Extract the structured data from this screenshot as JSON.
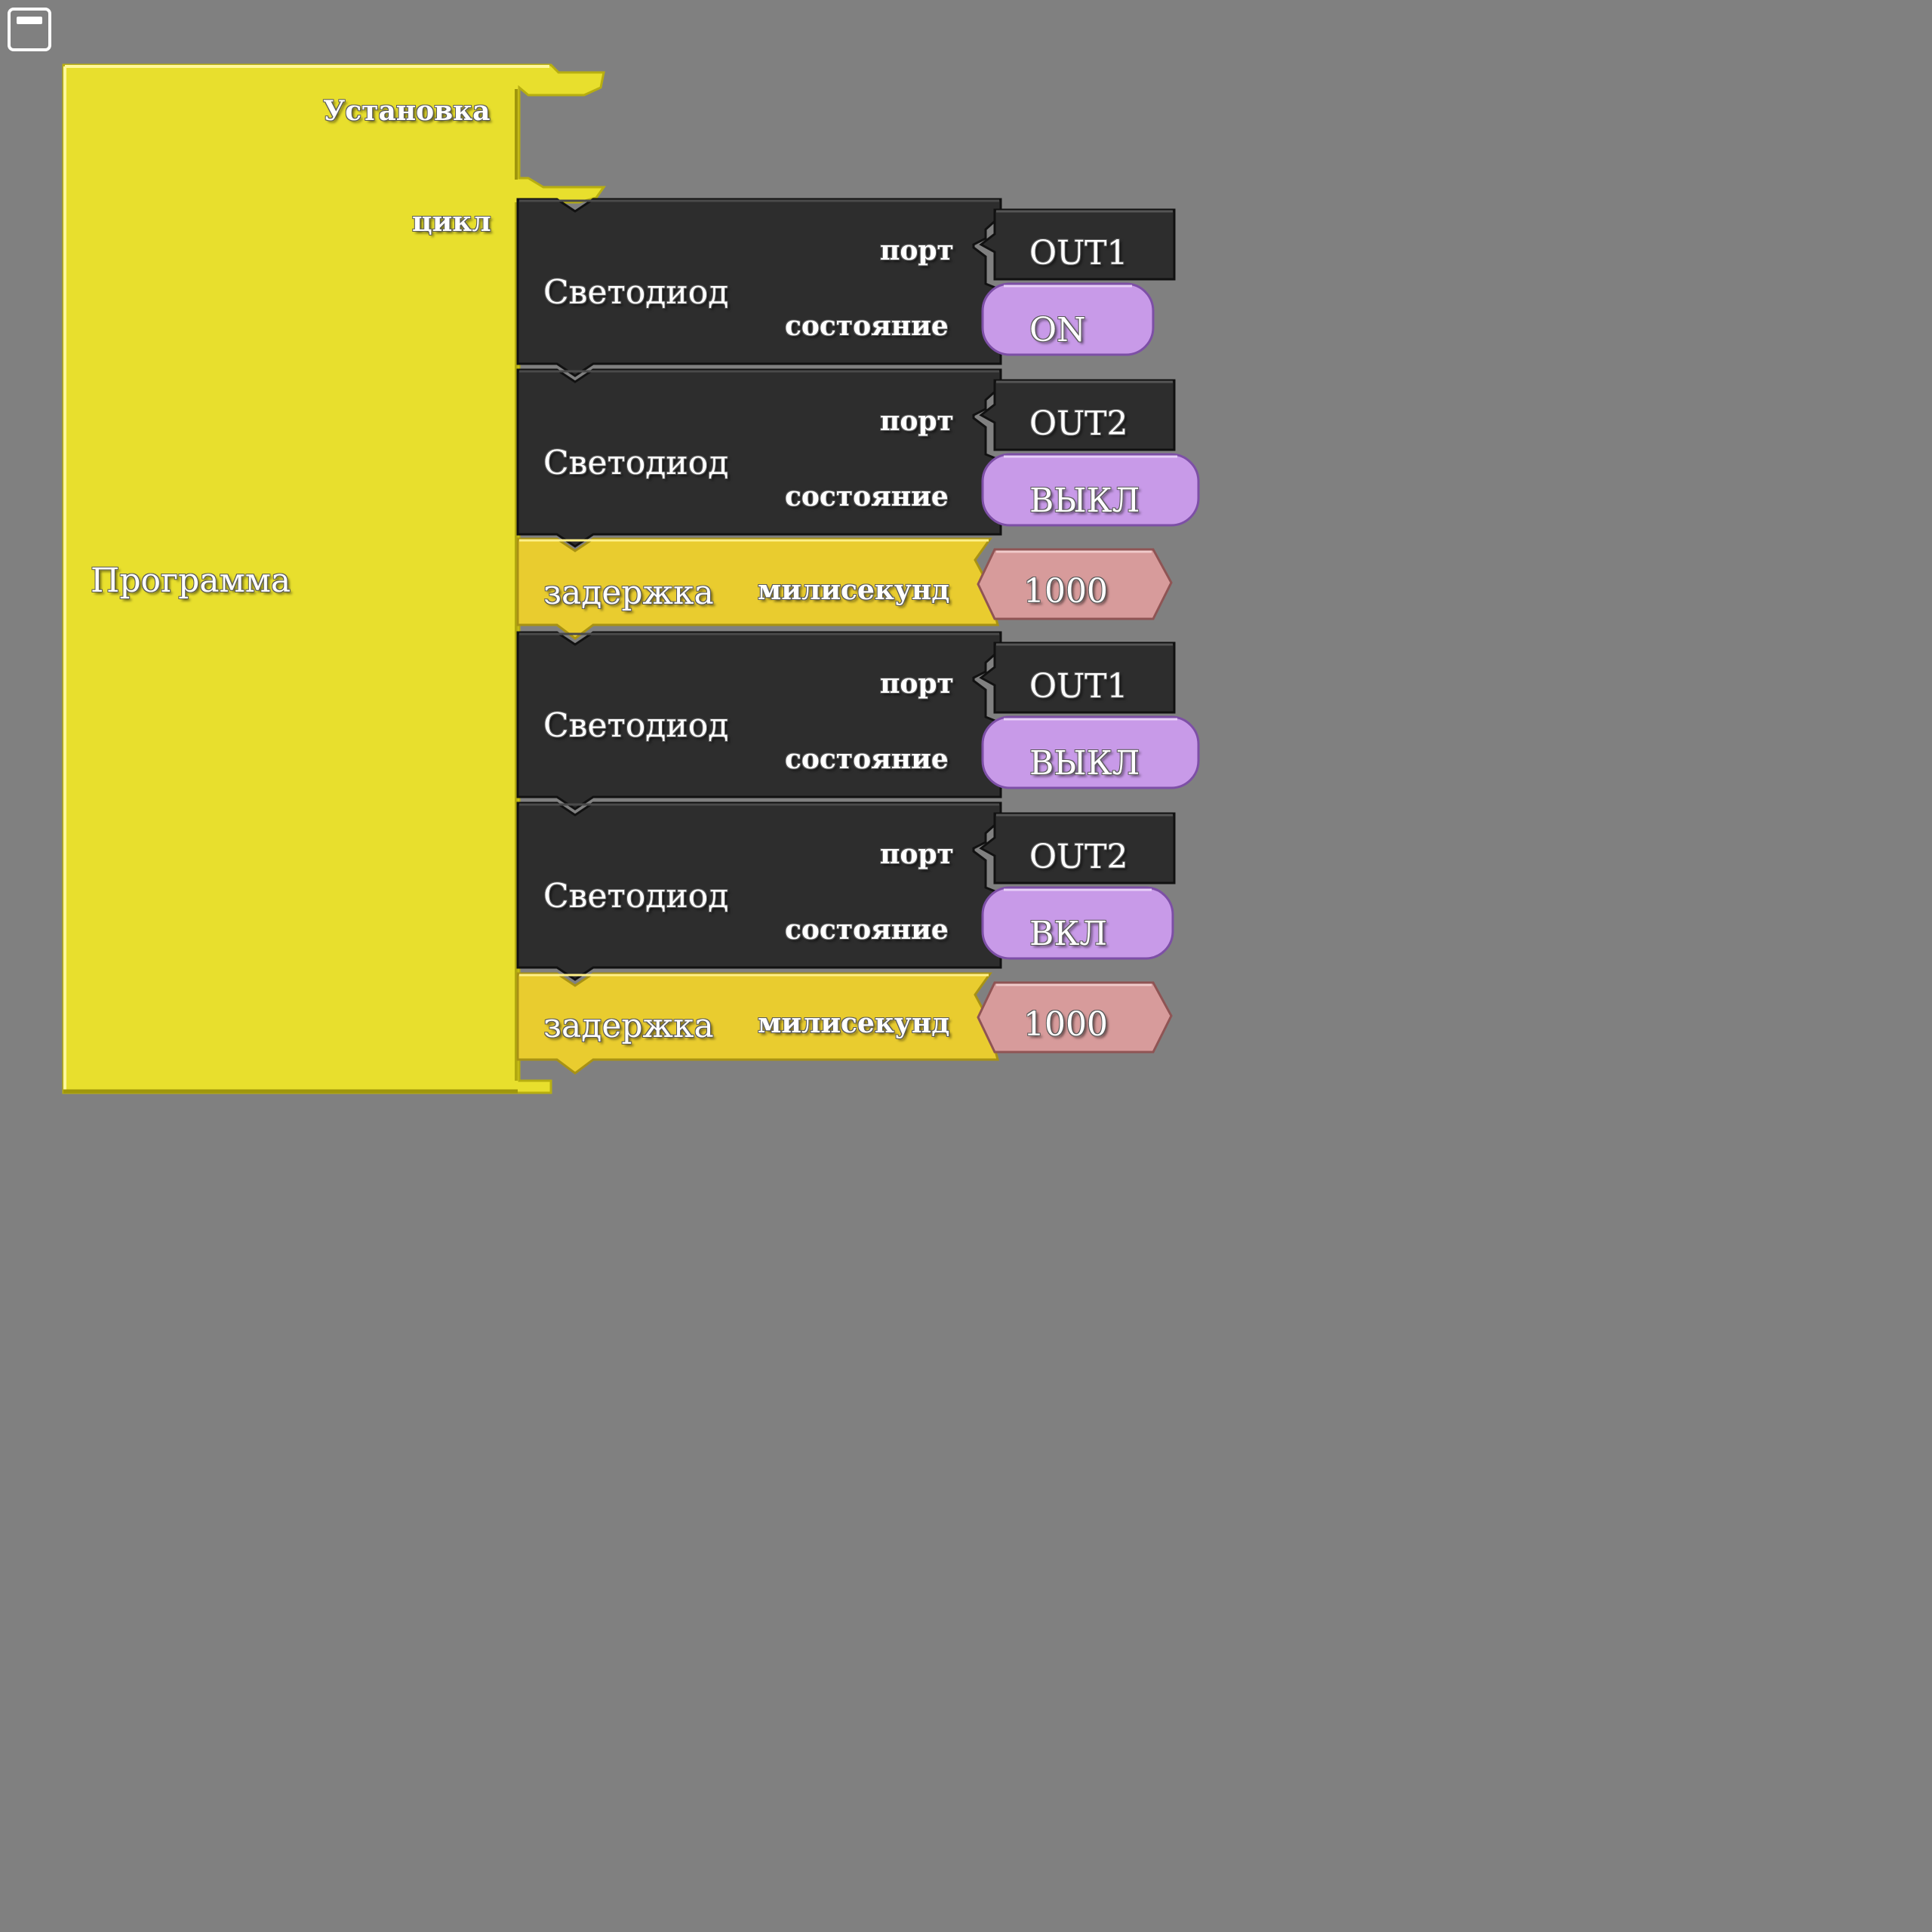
{
  "program_block": {
    "title": "Программа",
    "setup_label": "Установка",
    "loop_label": "цикл"
  },
  "loop_blocks": [
    {
      "type": "led",
      "title": "Светодиод",
      "port_label": "порт",
      "port": "OUT1",
      "state_label": "состояние",
      "state": "ON"
    },
    {
      "type": "led",
      "title": "Светодиод",
      "port_label": "порт",
      "port": "OUT2",
      "state_label": "состояние",
      "state": "ВЫКЛ"
    },
    {
      "type": "delay",
      "title": "задержка",
      "unit_label": "милисекунд",
      "value": "1000"
    },
    {
      "type": "led",
      "title": "Светодиод",
      "port_label": "порт",
      "port": "OUT1",
      "state_label": "состояние",
      "state": "ВЫКЛ"
    },
    {
      "type": "led",
      "title": "Светодиод",
      "port_label": "порт",
      "port": "OUT2",
      "state_label": "состояние",
      "state": "ВКЛ"
    },
    {
      "type": "delay",
      "title": "задержка",
      "unit_label": "милисекунд",
      "value": "1000"
    }
  ],
  "colors": {
    "workspace": "#808080",
    "program_block": "#ebe12e",
    "led_block": "#2d2d2d",
    "delay_block": "#ebd031",
    "port_value": "#2d2d2d",
    "state_value": "#c89ae8",
    "number_value": "#d79b9b"
  },
  "icons": {
    "corner_button": "window-icon"
  }
}
